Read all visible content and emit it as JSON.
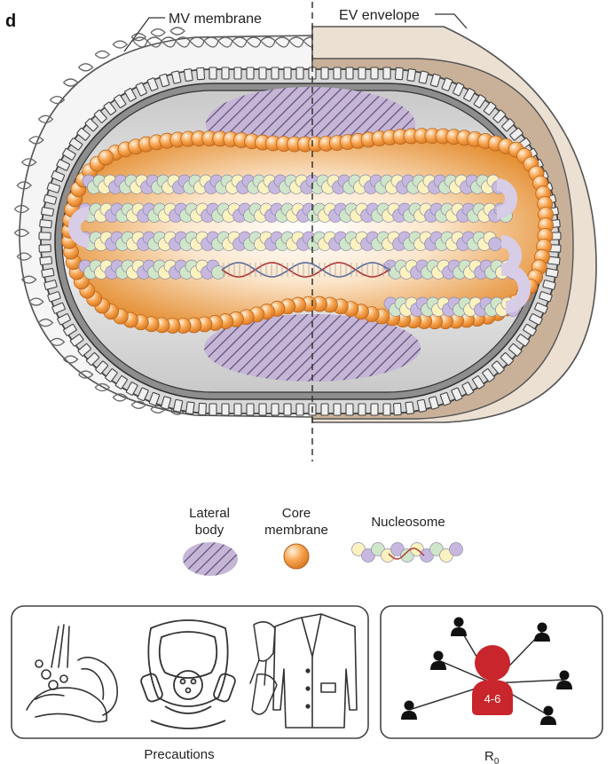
{
  "panel_letter": "d",
  "labels": {
    "mv_membrane": "MV membrane",
    "ev_envelope": "EV envelope"
  },
  "legend": {
    "lateral_body_line1": "Lateral",
    "lateral_body_line2": "body",
    "core_membrane_line1": "Core",
    "core_membrane_line2": "membrane",
    "nucleosome": "Nucleosome"
  },
  "precautions": {
    "caption": "Precautions",
    "icons": [
      "hand-washing-icon",
      "respirator-mask-icon",
      "gloves-icon",
      "lab-coat-icon"
    ]
  },
  "r0": {
    "caption_main": "R",
    "caption_sub": "0",
    "value": "4-6"
  },
  "colors": {
    "core_orange": "#f39a3c",
    "core_orange_dark": "#d9761c",
    "lateral_purple": "#b7a4c8",
    "ev_tan": "#c9b199",
    "ev_light": "#ece0d3",
    "shell_gray": "#8a8a8a",
    "r0_red": "#c9252c"
  }
}
